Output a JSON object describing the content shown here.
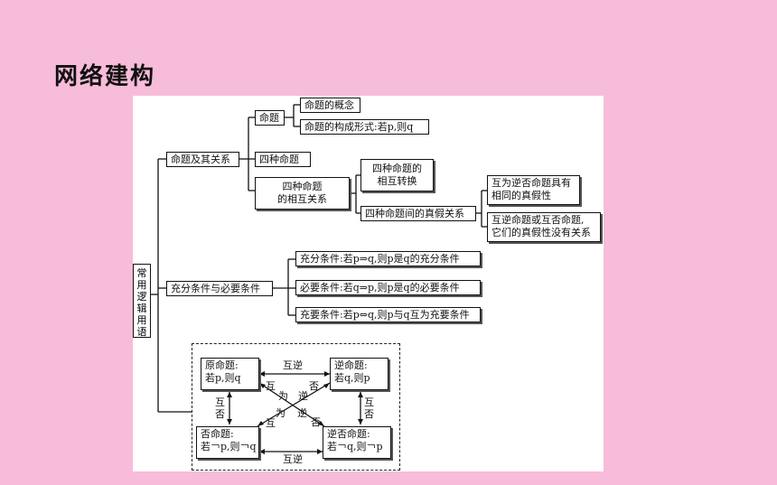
{
  "page_title": "网络建构",
  "root": {
    "chars": [
      "常",
      "用",
      "逻",
      "辑",
      "用",
      "语"
    ]
  },
  "branch1": {
    "label": "命题及其关系",
    "mingti": "命题",
    "mingti_concept": "命题的概念",
    "mingti_form": "命题的构成形式:若p,则q",
    "four": "四种命题",
    "four_rel_line1": "四种命题",
    "four_rel_line2": "的相互关系",
    "convert_line1": "四种命题的",
    "convert_line2": "相互转换",
    "truth": "四种命题间的真假关系",
    "same_line1": "互为逆否命题具有",
    "same_line2": "相同的真假性",
    "diff_line1": "互逆命题或互否命题,",
    "diff_line2": "它们的真假性没有关系"
  },
  "branch2": {
    "label": "充分条件与必要条件",
    "sufficient": "充分条件:若p⇒q,则p是q的充分条件",
    "necessary": "必要条件:若q⇒p,则p是q的必要条件",
    "both": "充要条件:若p⇔q,则p与q互为充要条件"
  },
  "square": {
    "original_line1": "原命题:",
    "original_line2": "若p,则q",
    "converse_line1": "逆命题:",
    "converse_line2": "若q,则p",
    "inverse_line1": "否命题:",
    "inverse_line2": "若￢p,则￢q",
    "contra_line1": "逆否命题:",
    "contra_line2": "若￢q,则￢p",
    "top_rel": "互逆",
    "bottom_rel": "互逆",
    "left_rel_1": "互",
    "left_rel_2": "否",
    "right_rel_1": "互",
    "right_rel_2": "否",
    "diag1_a": "互",
    "diag1_b": "为",
    "diag1_c": "逆",
    "diag1_d": "否",
    "diag2_a": "互",
    "diag2_b": "为",
    "diag2_c": "逆",
    "diag2_d": "否"
  }
}
